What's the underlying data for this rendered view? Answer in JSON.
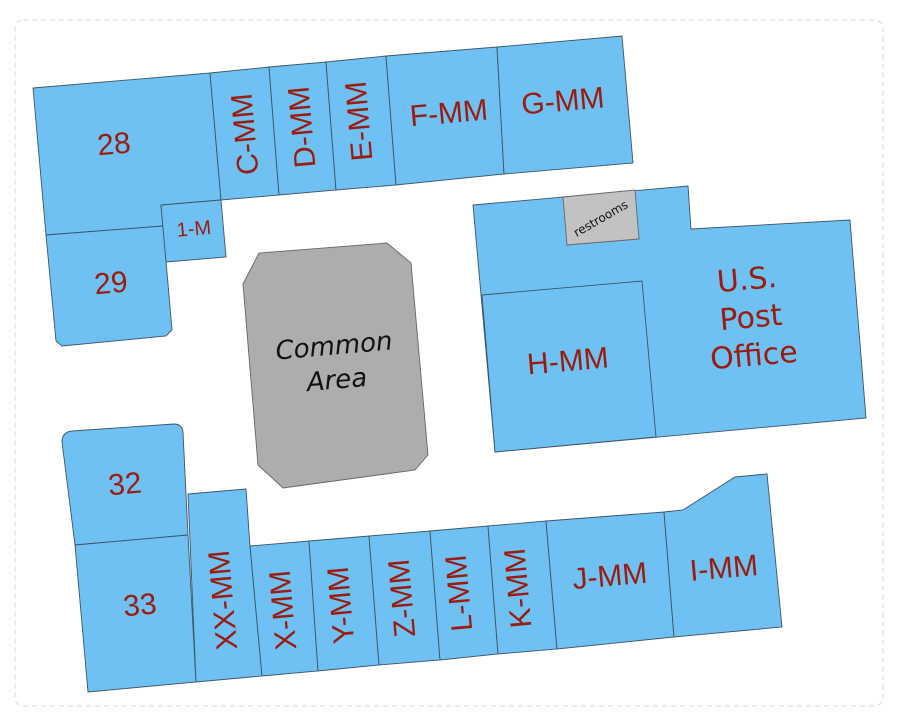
{
  "colors": {
    "unit_fill": "#6ec1f2",
    "label": "#9b1c0e",
    "common_area": "#adadad",
    "restrooms": "#c2c2c2"
  },
  "units": {
    "u28": "28",
    "u29": "29",
    "u1m": "1-M",
    "cmm": "C-MM",
    "dmm": "D-MM",
    "emm": "E-MM",
    "fmm": "F-MM",
    "gmm": "G-MM",
    "hmm": "H-MM",
    "restrooms": "restrooms",
    "post_office": [
      "U.S.",
      "Post",
      "Office"
    ],
    "common_area": [
      "Common",
      "Area"
    ],
    "u32": "32",
    "u33": "33",
    "xxmm": "XX-MM",
    "xmm": "X-MM",
    "ymm": "Y-MM",
    "zmm": "Z-MM",
    "lmm": "L-MM",
    "kmm": "K-MM",
    "jmm": "J-MM",
    "imm": "I-MM"
  }
}
